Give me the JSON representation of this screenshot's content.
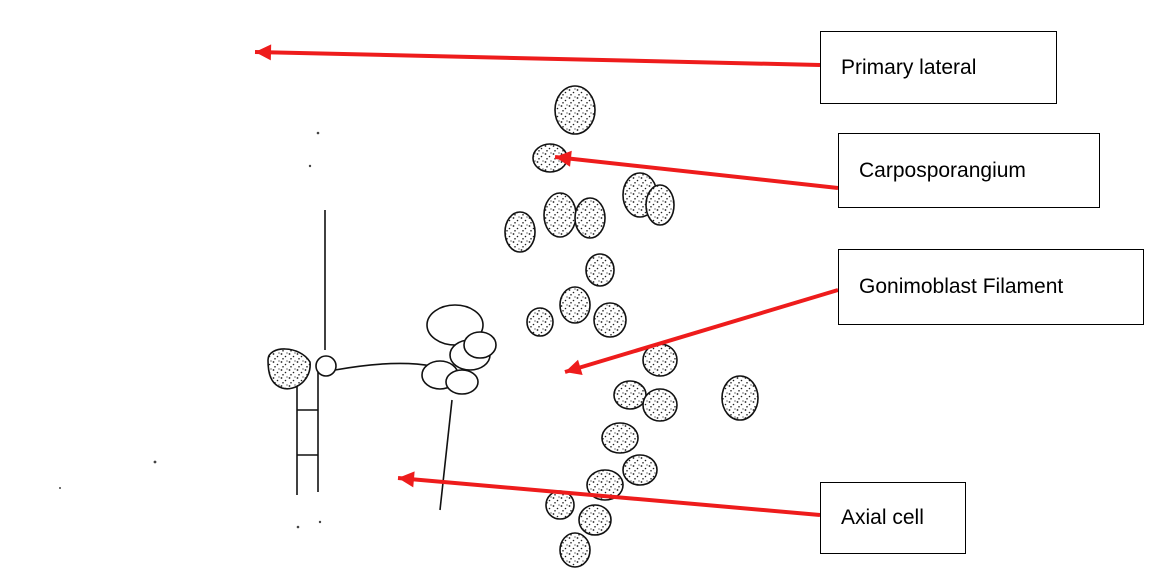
{
  "diagram": {
    "labels": {
      "primary_lateral": "Primary lateral",
      "carposporangium": "Carposporangium",
      "gonimoblast_filament": "Gonimoblast Filament",
      "axial_cell": "Axial cell"
    },
    "arrow_color": "#ee1c1c",
    "line_color": "#111111"
  }
}
